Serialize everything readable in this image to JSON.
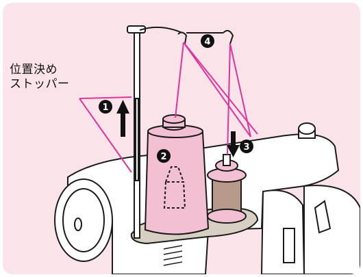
{
  "callout": {
    "line1": "位置決め",
    "line2": "ストッパー"
  },
  "steps": [
    "1",
    "2",
    "3",
    "4"
  ],
  "colors": {
    "background": "#fbe3ea",
    "thread": "#e0339a",
    "cone": "#f3bfd3",
    "outline": "#1a1a1a",
    "badge": "#111111"
  },
  "icons": [
    "up-arrow-icon",
    "down-arrow-icon"
  ]
}
